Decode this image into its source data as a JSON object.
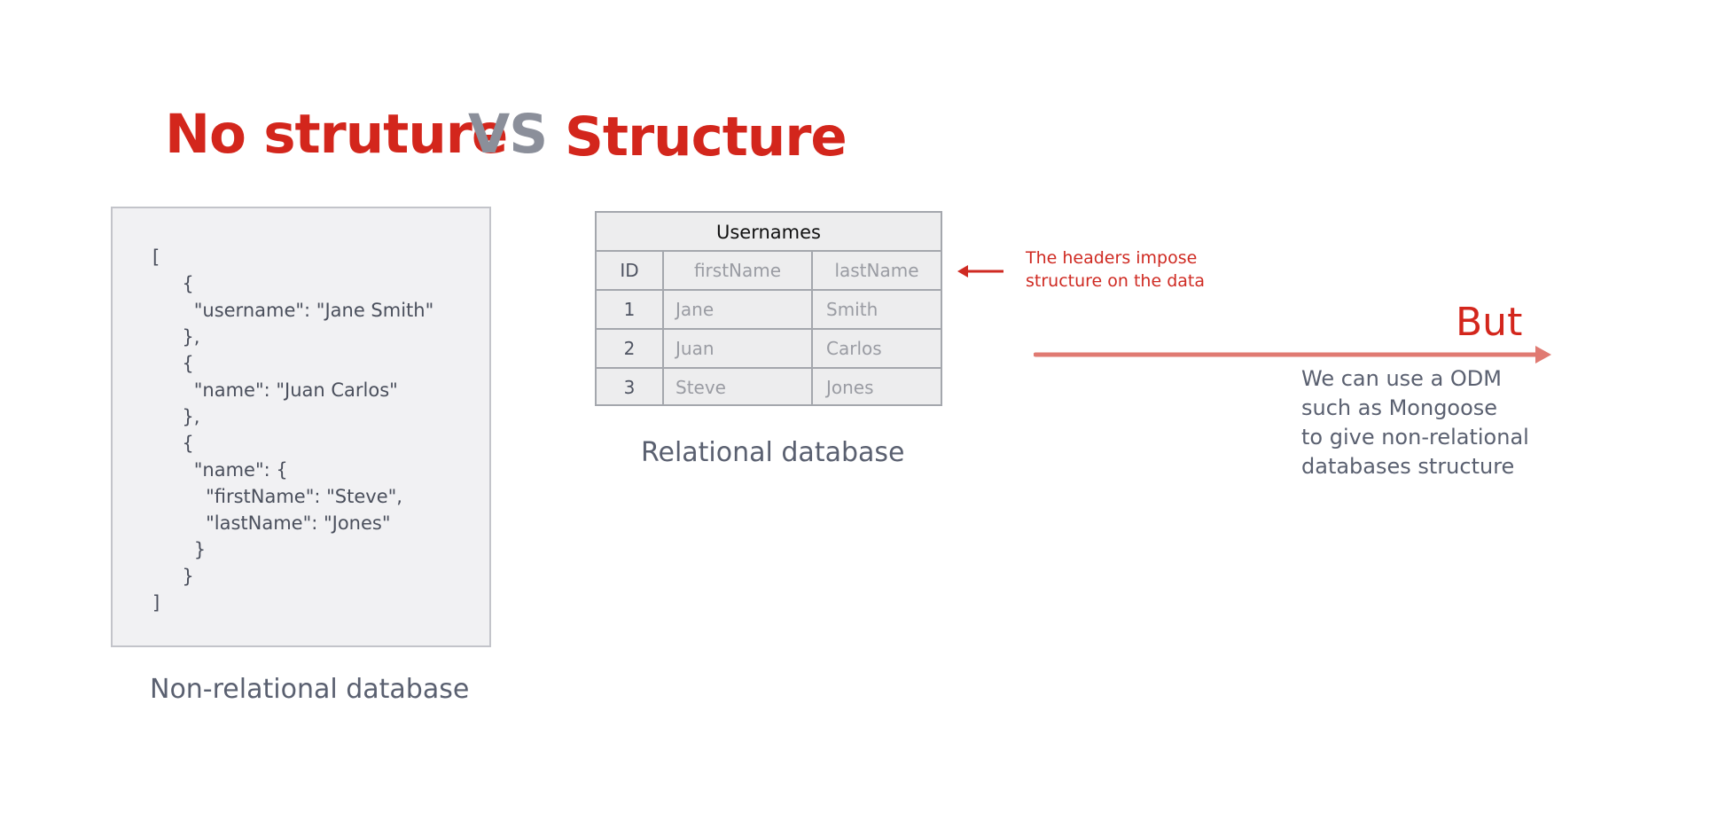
{
  "title": {
    "left": "No struture",
    "vs": "VS",
    "right": "Structure"
  },
  "non_relational": {
    "json_lines": [
      "[",
      "     {",
      "       \"username\": \"Jane Smith\"",
      "     },",
      "     {",
      "       \"name\": \"Juan Carlos\"",
      "     },",
      "     {",
      "       \"name\": {",
      "         \"firstName\": \"Steve\",",
      "         \"lastName\": \"Jones\"",
      "       }",
      "     }",
      "]"
    ],
    "caption": "Non-relational database"
  },
  "relational": {
    "table_title": "Usernames",
    "headers": [
      "ID",
      "firstName",
      "lastName"
    ],
    "rows": [
      [
        "1",
        "Jane",
        "Smith"
      ],
      [
        "2",
        "Juan",
        "Carlos"
      ],
      [
        "3",
        "Steve",
        "Jones"
      ]
    ],
    "caption": "Relational database"
  },
  "annotation": {
    "line1": "The headers impose",
    "line2": "structure on the data"
  },
  "but_section": {
    "label": "But",
    "desc_lines": [
      "We can use a ODM",
      "such as Mongoose",
      "to give non-relational",
      "databases structure"
    ]
  },
  "colors": {
    "accent_red": "#d3261c",
    "arrow_red": "#e07a72",
    "gray_text": "#8b8f9a"
  }
}
